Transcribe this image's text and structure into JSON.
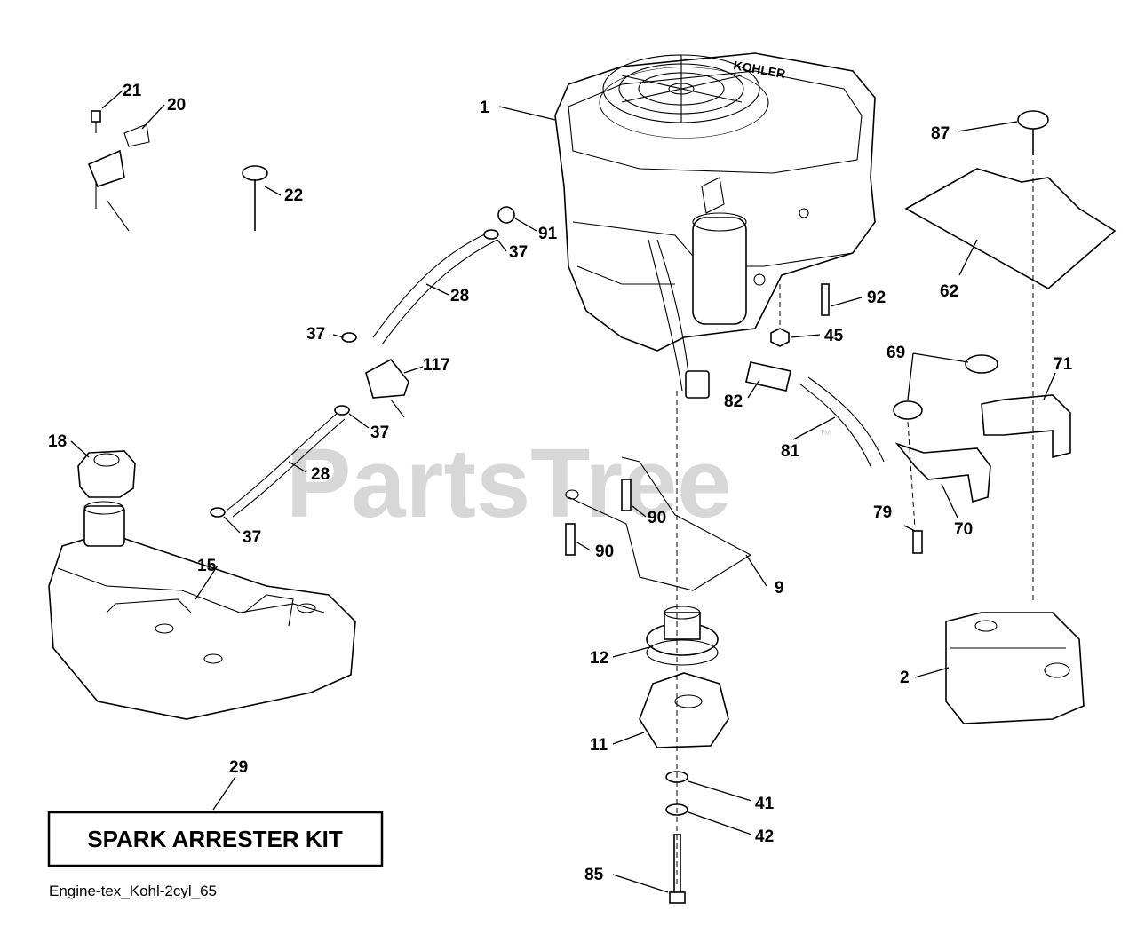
{
  "diagram": {
    "watermark": "PartsTree",
    "watermark_mark": "™",
    "kit_label": "SPARK ARRESTER KIT",
    "caption": "Engine-tex_Kohl-2cyl_65",
    "engine_logo": "KOHLER",
    "callouts": [
      "1",
      "2",
      "9",
      "11",
      "12",
      "15",
      "18",
      "20",
      "21",
      "22",
      "28",
      "28",
      "29",
      "37",
      "37",
      "37",
      "37",
      "41",
      "42",
      "45",
      "62",
      "69",
      "70",
      "71",
      "79",
      "81",
      "82",
      "85",
      "87",
      "90",
      "90",
      "91",
      "92",
      "117"
    ]
  }
}
